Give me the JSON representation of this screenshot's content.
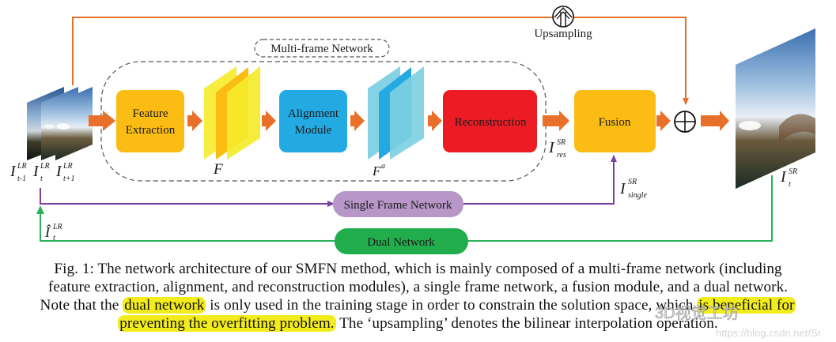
{
  "diagram": {
    "title_group": "Multi-frame Network",
    "blocks": {
      "feature_extraction": {
        "line1": "Feature",
        "line2": "Extraction",
        "color": "#fbbc14"
      },
      "alignment_module": {
        "line1": "Alignment",
        "line2": "Module",
        "color": "#24aae2"
      },
      "reconstruction": {
        "label": "Reconstruction",
        "color": "#ed1c24"
      },
      "fusion": {
        "label": "Fusion",
        "color": "#fbbc14"
      },
      "single_frame_network": {
        "label": "Single Frame Network",
        "color": "#b896c8"
      },
      "dual_network": {
        "label": "Dual Network",
        "color": "#22ad4c"
      }
    },
    "operators": {
      "upsampling": {
        "label": "Upsampling",
        "icon": "upsampling-arrow-circle-icon"
      },
      "addition": {
        "icon": "circled-plus-icon"
      }
    },
    "features": {
      "F": {
        "symbol": "F",
        "colors": [
          "#f5eb2a",
          "#fbbc14",
          "#f5eb2a"
        ]
      },
      "Fa": {
        "symbol": "F",
        "superscript": "a",
        "colors": [
          "#7dd0e2",
          "#24aae2",
          "#7dd0e2"
        ]
      }
    },
    "symbols": {
      "input_prev": {
        "base": "I",
        "sup": "LR",
        "sub": "t-1"
      },
      "input_curr": {
        "base": "I",
        "sup": "LR",
        "sub": "t"
      },
      "input_next": {
        "base": "I",
        "sup": "LR",
        "sub": "t+1"
      },
      "dual_output": {
        "base": "Î",
        "sup": "LR",
        "sub": "t"
      },
      "residual": {
        "base": "I",
        "sup": "SR",
        "sub": "res"
      },
      "single": {
        "base": "I",
        "sup": "SR",
        "sub": "single"
      },
      "output": {
        "base": "I",
        "sup": "SR",
        "sub": "t"
      }
    },
    "colors": {
      "arrow_main": "#e8702a",
      "upsampling_path": "#e8702a",
      "single_path": "#7b3fa0",
      "dual_path": "#2bb15a",
      "dashed_border": "#555555"
    }
  },
  "caption": {
    "line1": "Fig. 1: The network architecture of our SMFN method, which is mainly composed of a multi-frame network (including",
    "line2": "feature extraction, alignment, and reconstruction modules), a single frame network, a fusion module, and a dual network.",
    "line3_pre": "Note that the ",
    "line3_hl": "dual network",
    "line3_mid": " is only used in the training stage in order to constrain the solution space, which ",
    "line3_hl2": "is beneficial for",
    "line4_hl": "preventing the overfitting problem.",
    "line4_post": " The ‘upsampling’ denotes the bilinear interpolation operation."
  },
  "watermark": {
    "brand": "3D视觉工坊",
    "url": "https://blog.csdn.net/Sr"
  }
}
